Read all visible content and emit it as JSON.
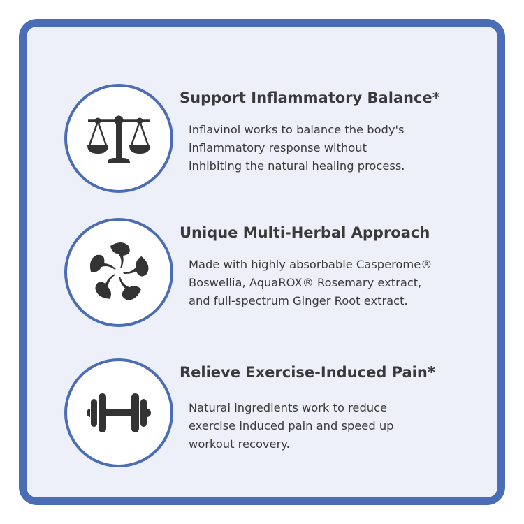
{
  "colors": {
    "border": "#4a6db5",
    "card_bg": "#edf0f9",
    "icon": "#333333",
    "text": "#3a3a3c"
  },
  "features": [
    {
      "icon": "scales-of-balance-icon",
      "title": "Support Inflammatory Balance*",
      "lines": [
        "Inflavinol works to balance the body's",
        "inflammatory response without",
        "inhibiting the natural healing process."
      ]
    },
    {
      "icon": "herbal-leaves-icon",
      "title": "Unique Multi-Herbal Approach",
      "lines": [
        "Made with highly absorbable Casperome®",
        "Boswellia, AquaROX® Rosemary extract,",
        "and full-spectrum Ginger Root extract."
      ]
    },
    {
      "icon": "dumbbell-icon",
      "title": "Relieve Exercise-Induced Pain*",
      "lines": [
        "Natural ingredients work to reduce",
        "exercise induced pain and speed up",
        "workout recovery."
      ]
    }
  ]
}
